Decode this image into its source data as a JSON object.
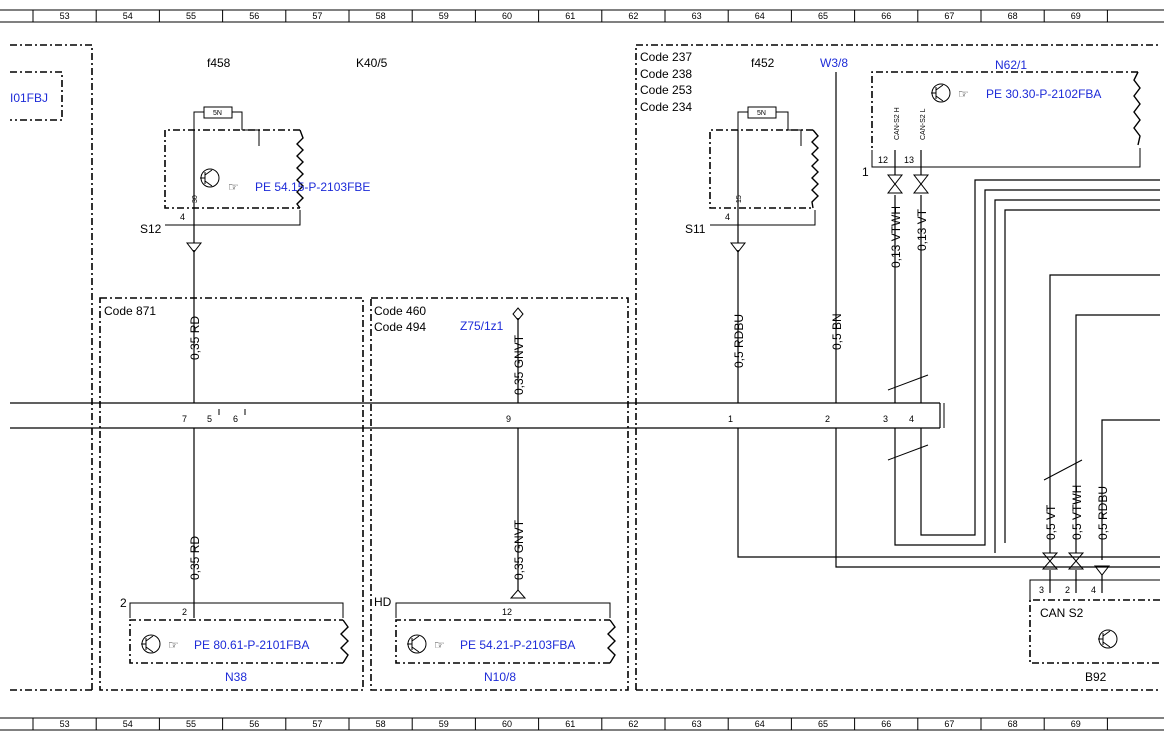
{
  "ruler": {
    "columns": [
      "53",
      "54",
      "55",
      "56",
      "57",
      "58",
      "59",
      "60",
      "61",
      "62",
      "63",
      "64",
      "65",
      "66",
      "67",
      "68",
      "69"
    ]
  },
  "labels": {
    "f458": "f458",
    "k40_5": "K40/5",
    "f452": "f452",
    "w3_8": "W3/8",
    "n62_1": "N62/1",
    "n38": "N38",
    "n10_8": "N10/8",
    "b92": "B92",
    "z75": "Z75/1z1",
    "s12": "S12",
    "s11": "S11",
    "hd": "HD",
    "can_s2": "CAN S2",
    "n101fbj": "I01FBJ",
    "fuse_rating": "5N",
    "can_h": "CAN-S2 H",
    "can_l": "CAN-S2 L"
  },
  "codes": {
    "top_right": [
      "Code 237",
      "Code 238",
      "Code 253",
      "Code 234"
    ],
    "code_871": "Code 871",
    "mid": [
      "Code 460",
      "Code 494"
    ]
  },
  "refs": {
    "pe_n62": "PE 30.30-P-2102FBA",
    "pe_k40": "PE 54.15-P-2103FBE",
    "pe_n38": "PE 80.61-P-2101FBA",
    "pe_n10": "PE 54.21-P-2103FBA"
  },
  "wires": {
    "rd_upper": "0,35 RD",
    "rd_lower": "0,35 RD",
    "gnvt_upper": "0,35 GNVT",
    "gnvt_lower": "0,35 GNVT",
    "rdbu": "0,5 RDBU",
    "bn": "0,5 BN",
    "vtwh_013": "0,13 VTWH",
    "vt_013": "0,13 VT",
    "vt_05": "0,5 VT",
    "vtwh_05": "0,5 VTWH",
    "rdbu_05": "0,5 RDBU"
  },
  "pins": {
    "k40_30": "30",
    "k40_4": "4",
    "f452_15": "15",
    "f452_4": "4",
    "n62_12": "12",
    "n62_13": "13",
    "n62_1": "1",
    "x7": "7",
    "x5": "5",
    "x6": "6",
    "x9": "9",
    "x1": "1",
    "x2": "2",
    "x3": "3",
    "x4": "4",
    "n38_2": "2",
    "n38_left": "2",
    "n10_12": "12",
    "b92_3": "3",
    "b92_2": "2",
    "b92_4": "4"
  },
  "colors": {
    "line": "#000000",
    "reference_text": "#1d2bd8",
    "background": "#ffffff"
  }
}
